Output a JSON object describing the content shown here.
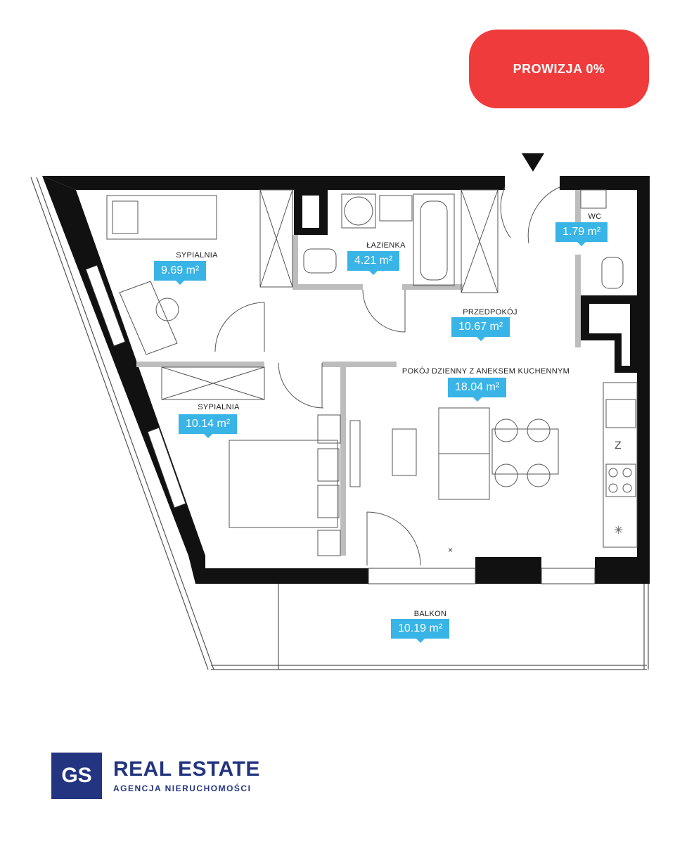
{
  "badge": {
    "label": "PROWIZJA 0%",
    "color": "#ef3b3b"
  },
  "rooms": [
    {
      "name": "SYPIALNIA",
      "area": "9.69 m²"
    },
    {
      "name": "ŁAZIENKA",
      "area": "4.21 m²"
    },
    {
      "name": "WC",
      "area": "1.79 m²"
    },
    {
      "name": "PRZEDPOKÓJ",
      "area": "10.67 m²"
    },
    {
      "name": "POKÓJ DZIENNY Z ANEKSEM KUCHENNYM",
      "area": "18.04 m²"
    },
    {
      "name": "SYPIALNIA",
      "area": "10.14 m²"
    },
    {
      "name": "BALKON",
      "area": "10.19 m²"
    }
  ],
  "labels_color": "#39b4e6",
  "logo": {
    "mark": "GS",
    "title": "REAL ESTATE",
    "subtitle": "AGENCJA NIERUCHOMOŚCI",
    "color": "#233580"
  },
  "icons": [
    "entrance-arrow-icon",
    "fridge-icon",
    "stove-icon",
    "sink-icon",
    "freezer-icon"
  ]
}
